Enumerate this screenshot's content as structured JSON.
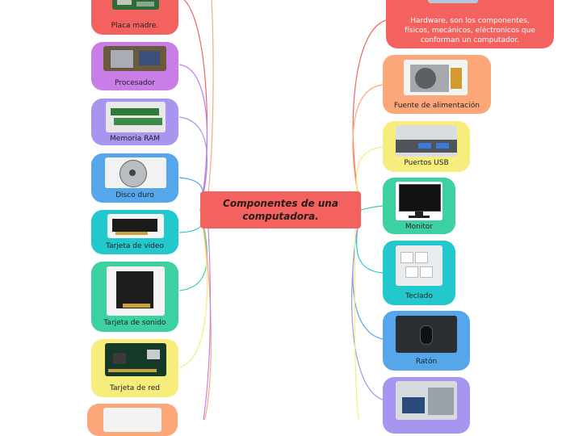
{
  "central_topic": "Componentes de una computadora.",
  "left_branches": [
    {
      "label": "Placa madre.",
      "color": "#f4625f",
      "icon": "motherboard-photo"
    },
    {
      "label": "Procesador",
      "color": "#c97de6",
      "icon": "processor-photo"
    },
    {
      "label": "Memoria RAM",
      "color": "#a795f0",
      "icon": "ram-photo"
    },
    {
      "label": "Disco duro",
      "color": "#56a6ec",
      "icon": "hard-disk-photo"
    },
    {
      "label": "Tarjeta de video",
      "color": "#23c8cd",
      "icon": "video-card-photo"
    },
    {
      "label": "Tarjeta de sonido",
      "color": "#3cd0a3",
      "icon": "sound-card-photo"
    },
    {
      "label": "Tarjeta de red",
      "color": "#f6ed7c",
      "icon": "network-card-photo"
    },
    {
      "label": "",
      "color": "#fca77a",
      "icon": "partial-photo"
    }
  ],
  "right_branches": [
    {
      "label": "Hardware, son los componentes, físicos, mecánicos, eléctronicos que conforman un computador.",
      "color": "#f4625f",
      "icon": "hardware-photo"
    },
    {
      "label": "Fuente de alimentación",
      "color": "#fca77a",
      "icon": "power-supply-photo"
    },
    {
      "label": "Puertos USB",
      "color": "#f6ed7c",
      "icon": "usb-ports-photo"
    },
    {
      "label": "Monitor",
      "color": "#3cd0a3",
      "icon": "monitor-photo"
    },
    {
      "label": "Teclado",
      "color": "#23c8cd",
      "icon": "keyboard-photo"
    },
    {
      "label": "Ratón",
      "color": "#56a6ec",
      "icon": "mouse-photo"
    },
    {
      "label": "",
      "color": "#a795f0",
      "icon": "laptop-photo"
    }
  ]
}
